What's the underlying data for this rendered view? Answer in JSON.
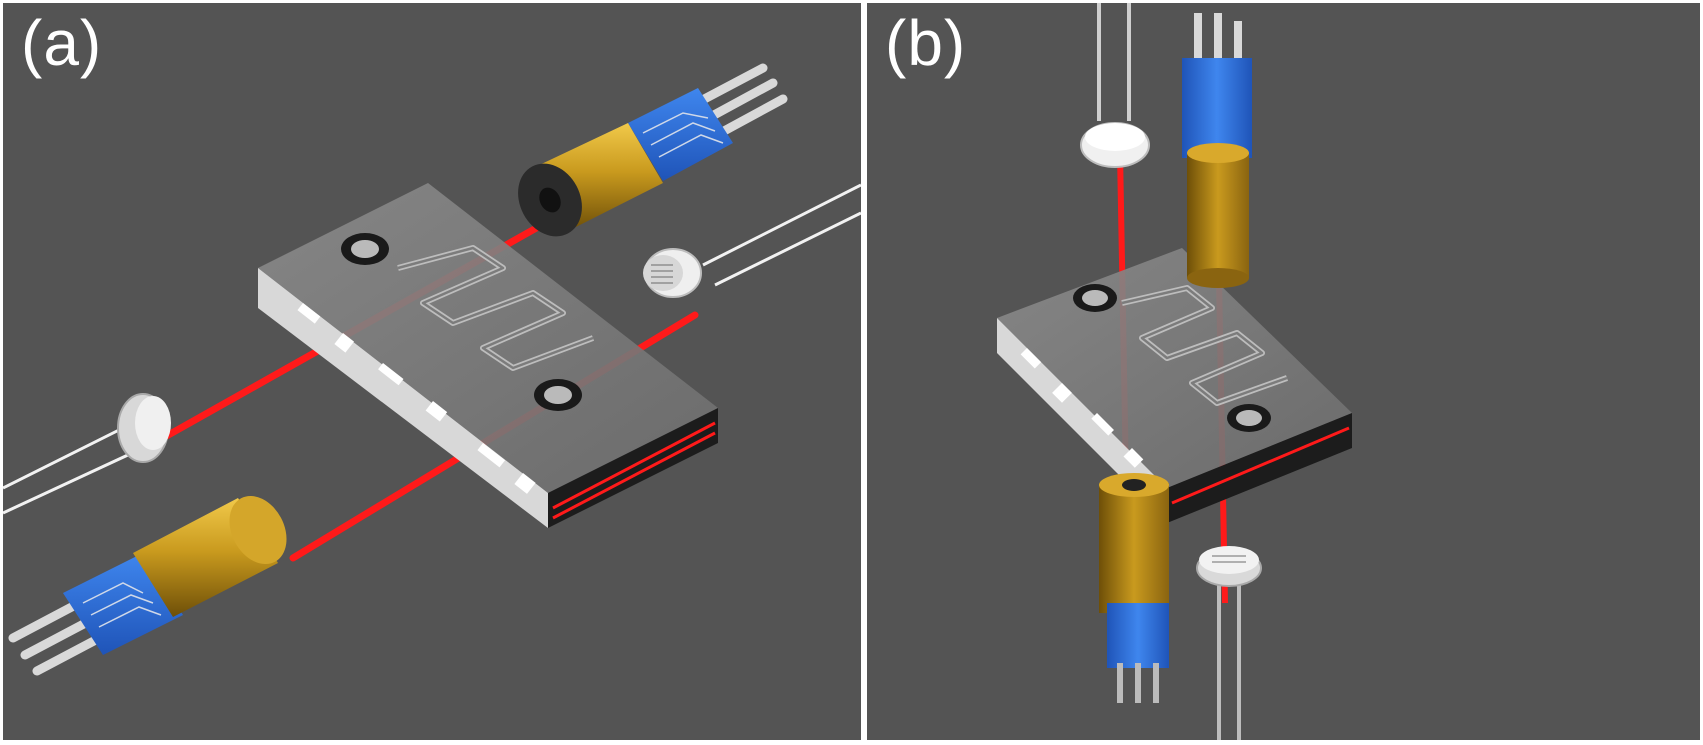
{
  "panels": [
    {
      "id": "a",
      "label": "(a)"
    },
    {
      "id": "b",
      "label": "(b)"
    }
  ],
  "colors": {
    "background": "#545454",
    "laser_beam": "#ff1a1a",
    "laser_housing": "#c99a1e",
    "pcb_mount": "#2f6fd6",
    "sensor_body": "#e6e6e6",
    "chip_glass": "#c9c9c9"
  },
  "icons": [
    "laser-diode-icon",
    "photoresistor-icon",
    "microfluidic-chip-icon",
    "laser-beam-icon"
  ]
}
